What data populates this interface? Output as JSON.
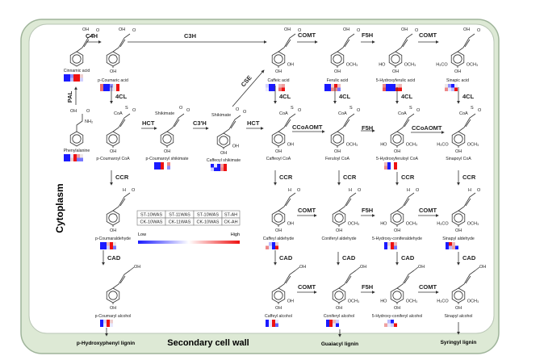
{
  "compartments": {
    "cytoplasm": "Cytoplasm",
    "cell_wall": "Secondary cell wall"
  },
  "lignins": {
    "h": "p-Hydroxyphenyl lignin",
    "g": "Guaiacyl lignin",
    "s": "Syringyl lignin"
  },
  "enzymes": {
    "C4H": "C4H",
    "C3H": "C3H",
    "COMT": "COMT",
    "F5H": "F5H",
    "PAL": "PAL",
    "4CL": "4CL",
    "HCT": "HCT",
    "C3pH": "C3'H",
    "CSE": "CSE",
    "CCoAOMT": "CCoAOMT",
    "CCR": "CCR",
    "CAD": "CAD"
  },
  "substituents": {
    "OH": "OH",
    "HO": "HO",
    "OCH3": "OCH₃",
    "H3CO": "H₃CO",
    "O": "O",
    "CoA": "CoA",
    "S": "S",
    "H": "H",
    "NH2": "NH₂",
    "Shikimate": "Shikimate"
  },
  "legend": {
    "rows": [
      [
        "ST-10WAS",
        "ST-11WAS",
        "ST-10WAS",
        "ST-AH"
      ],
      [
        "CK-10WAS",
        "CK-11WAS",
        "CK-10WAS",
        "CK-AH"
      ]
    ],
    "low": "Low",
    "high": "High",
    "low_color": "#1a1aff",
    "high_color": "#ee1111"
  },
  "compounds": [
    {
      "name": "Cinnamic acid",
      "heat": [
        [
          -1,
          -1,
          -0.5,
          1,
          1,
          0.2,
          null,
          null
        ],
        [
          -1,
          -1,
          -0.3,
          1,
          1,
          -0.2,
          null,
          null
        ]
      ]
    },
    {
      "name": "p-Coumaric acid",
      "heat": [
        [
          0.6,
          -1,
          -1,
          -0.5,
          0.1,
          1,
          null,
          null
        ],
        [
          0.6,
          -1,
          -1,
          -0.2,
          0.1,
          1,
          null,
          null
        ]
      ]
    },
    {
      "name": "Caffeic acid",
      "heat": [
        [
          -0.2,
          -1,
          -1,
          null,
          0.3,
          0.4,
          null,
          null
        ],
        [
          -0.1,
          -1,
          -1,
          null,
          0.6,
          1,
          null,
          null
        ]
      ]
    },
    {
      "name": "Ferulic acid",
      "heat": [
        [
          -1,
          -1,
          0.2,
          1,
          0.3,
          null,
          null,
          null
        ],
        [
          -1,
          -1,
          0.5,
          0.5,
          -0.6,
          null,
          null,
          null
        ]
      ]
    },
    {
      "name": "5-Hydroxyferulic acid",
      "heat": [
        [
          0.5,
          -1,
          -1,
          -1,
          0.2,
          0.3,
          null,
          null
        ],
        [
          0.7,
          -1,
          -1,
          -1,
          1,
          1,
          null,
          null
        ]
      ]
    },
    {
      "name": "Sinapic acid",
      "heat": [
        [
          0.1,
          -0.5,
          -1,
          -0.1,
          null,
          null,
          null,
          null
        ],
        [
          0.5,
          -0.1,
          -0.3,
          1,
          null,
          null,
          null,
          null
        ]
      ]
    },
    {
      "name": "Phenylalanine",
      "heat": [
        [
          -1,
          -1,
          -0.1,
          1,
          0.4,
          0.1,
          null,
          null
        ],
        [
          -1,
          -1,
          0.2,
          1,
          -0.6,
          -0.6,
          null,
          null
        ]
      ]
    },
    {
      "name": "p-Coumaroyl CoA",
      "heat": null
    },
    {
      "name": "p-Coumaroyl shikimate",
      "heat": [
        [
          -1,
          -1,
          1,
          null,
          0.5,
          null,
          null,
          null
        ],
        [
          -1,
          -1,
          1,
          null,
          -0.5,
          null,
          null,
          null
        ]
      ]
    },
    {
      "name": "Caffeoyl shikimate",
      "heat": [
        [
          -1,
          -0.1,
          -1,
          0.4,
          1,
          null,
          null,
          null
        ],
        [
          -0.2,
          -1,
          -1,
          0.5,
          1,
          null,
          null,
          null
        ]
      ]
    },
    {
      "name": "Caffeoyl CoA",
      "heat": null
    },
    {
      "name": "Feruloyl CoA",
      "heat": null
    },
    {
      "name": "5-Hydroxyferuloyl CoA",
      "heat": [
        [
          0.3,
          -1,
          null,
          1,
          null,
          null,
          null,
          null
        ],
        [
          0.5,
          -1,
          null,
          1,
          null,
          null,
          null,
          null
        ]
      ]
    },
    {
      "name": "Sinapoyl CoA",
      "heat": null
    },
    {
      "name": "p-Coumaraldehyde",
      "heat": [
        [
          -1,
          -1,
          0.3,
          1,
          0.1,
          null,
          null,
          null
        ],
        [
          -1,
          -1,
          -0.2,
          1,
          -0.6,
          null,
          null,
          null
        ]
      ]
    },
    {
      "name": "Caffeyl aldehyde",
      "heat": [
        [
          null,
          -0.3,
          -1,
          0.2,
          null,
          null,
          null,
          null
        ],
        [
          0.5,
          -0.1,
          -1,
          1,
          null,
          null,
          null,
          null
        ]
      ]
    },
    {
      "name": "Coniferyl aldehyde",
      "heat": null
    },
    {
      "name": "5-Hydroxy-coniferaldehyde",
      "heat": [
        [
          -1,
          0.2,
          1,
          0.3,
          null,
          null,
          null,
          null
        ],
        [
          -1,
          -0.1,
          1,
          -0.6,
          null,
          null,
          null,
          null
        ]
      ]
    },
    {
      "name": "Sinapyl aldehyde",
      "heat": [
        [
          -1,
          1,
          0.3,
          null,
          null,
          null,
          null,
          null
        ],
        [
          -1,
          -0.3,
          0.4,
          -1,
          null,
          null,
          null,
          null
        ]
      ]
    },
    {
      "name": "p-Coumaryl alcohol",
      "heat": [
        [
          -1,
          -0.2,
          1,
          0.2,
          null,
          null,
          null,
          null
        ],
        [
          -1,
          -0.1,
          1,
          -0.1,
          null,
          null,
          null,
          null
        ]
      ]
    },
    {
      "name": "Caffeyl alcohol",
      "heat": [
        [
          -1,
          -0.1,
          1,
          -0.1,
          null,
          null,
          null,
          null
        ],
        [
          -1,
          -0.1,
          1,
          -0.7,
          null,
          null,
          null,
          null
        ]
      ]
    },
    {
      "name": "Coniferyl alcohol",
      "heat": [
        [
          -1,
          1,
          0.3,
          -0.2,
          null,
          null,
          null,
          null
        ],
        [
          -1,
          1,
          -0.1,
          -1,
          null,
          null,
          null,
          null
        ]
      ]
    },
    {
      "name": "5-Hydroxy-coniferyl alcohol",
      "heat": [
        [
          null,
          -0.3,
          -1,
          null,
          null,
          null,
          null,
          null
        ],
        [
          0.4,
          -0.1,
          -0.2,
          1,
          null,
          null,
          null,
          null
        ]
      ]
    },
    {
      "name": "Sinapyl alcohol",
      "heat": null
    }
  ]
}
